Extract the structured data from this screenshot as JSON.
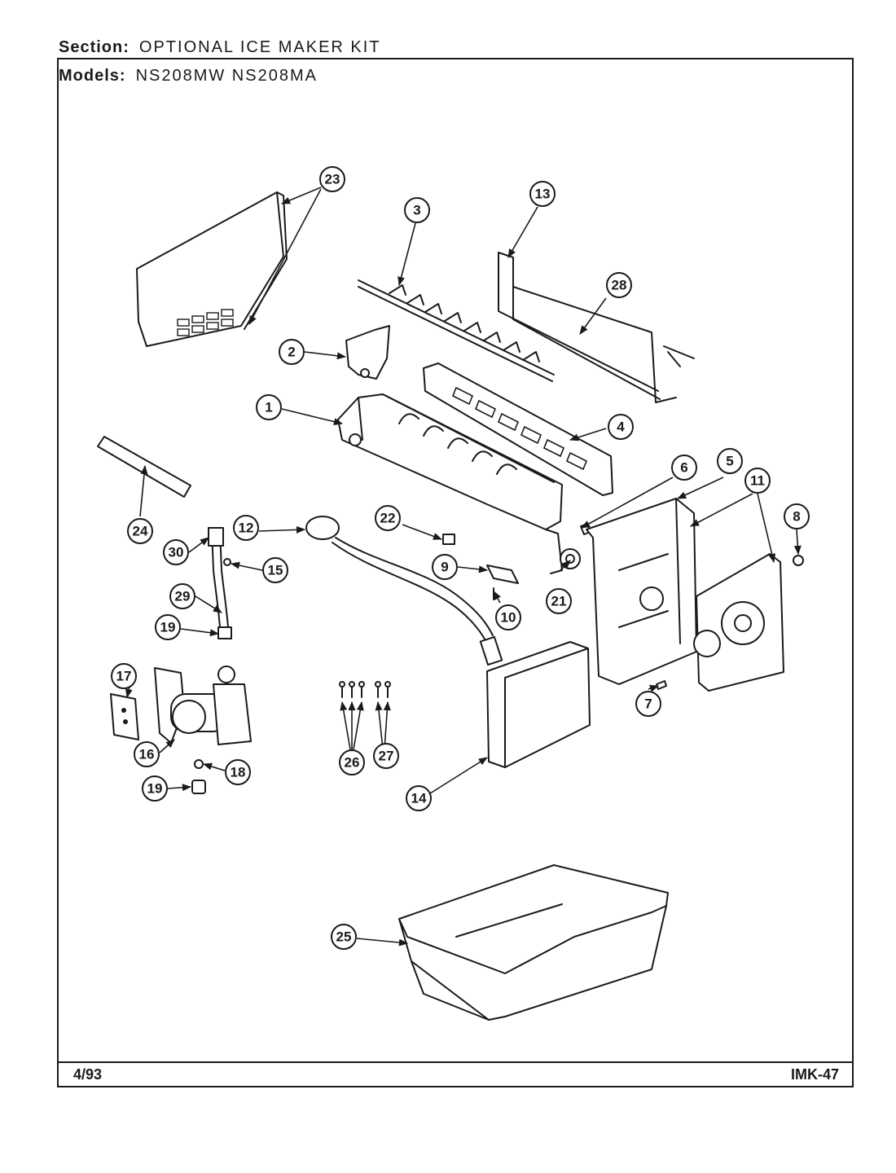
{
  "header": {
    "section_label": "Section:",
    "section_value": "OPTIONAL ICE MAKER KIT",
    "models_label": "Models:",
    "models_value": "NS208MW NS208MA"
  },
  "footer": {
    "date": "4/93",
    "doc_number": "IMK-47"
  },
  "callouts": [
    {
      "id": "c1",
      "label": "1"
    },
    {
      "id": "c2",
      "label": "2"
    },
    {
      "id": "c3",
      "label": "3"
    },
    {
      "id": "c4",
      "label": "4"
    },
    {
      "id": "c5",
      "label": "5"
    },
    {
      "id": "c6",
      "label": "6"
    },
    {
      "id": "c7",
      "label": "7"
    },
    {
      "id": "c8",
      "label": "8"
    },
    {
      "id": "c9",
      "label": "9"
    },
    {
      "id": "c10",
      "label": "10"
    },
    {
      "id": "c11",
      "label": "11"
    },
    {
      "id": "c12",
      "label": "12"
    },
    {
      "id": "c13",
      "label": "13"
    },
    {
      "id": "c14",
      "label": "14"
    },
    {
      "id": "c15",
      "label": "15"
    },
    {
      "id": "c16",
      "label": "16"
    },
    {
      "id": "c17",
      "label": "17"
    },
    {
      "id": "c18",
      "label": "18"
    },
    {
      "id": "c19a",
      "label": "19"
    },
    {
      "id": "c19b",
      "label": "19"
    },
    {
      "id": "c21",
      "label": "21"
    },
    {
      "id": "c22",
      "label": "22"
    },
    {
      "id": "c23",
      "label": "23"
    },
    {
      "id": "c24",
      "label": "24"
    },
    {
      "id": "c25",
      "label": "25"
    },
    {
      "id": "c26",
      "label": "26"
    },
    {
      "id": "c27",
      "label": "27"
    },
    {
      "id": "c28",
      "label": "28"
    },
    {
      "id": "c29",
      "label": "29"
    },
    {
      "id": "c30",
      "label": "30"
    }
  ]
}
